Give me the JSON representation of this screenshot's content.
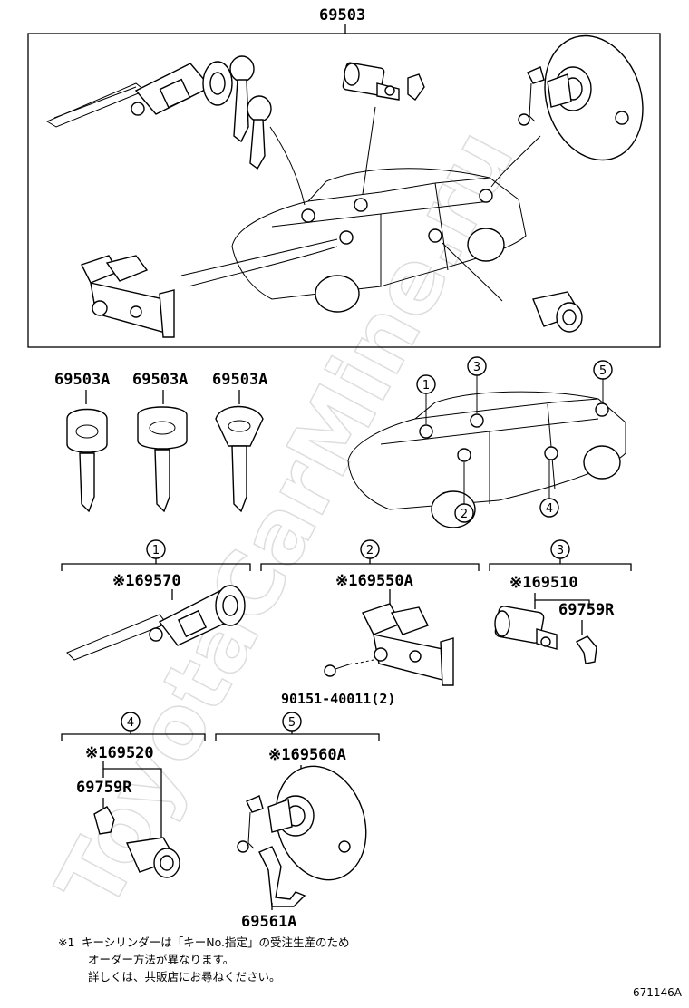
{
  "watermark": "ToyotaCarMine.ru",
  "main_assembly": {
    "part_number": "69503"
  },
  "keys": [
    {
      "part_number": "69503A"
    },
    {
      "part_number": "69503A"
    },
    {
      "part_number": "69503A"
    }
  ],
  "locations": [
    "1",
    "2",
    "3",
    "4",
    "5"
  ],
  "groups": [
    {
      "id": "1",
      "part_number": "※169570"
    },
    {
      "id": "2",
      "part_number": "※169550A",
      "screw": "90151-40011(2)"
    },
    {
      "id": "3",
      "part_number": "※169510",
      "sub_part": "69759R"
    },
    {
      "id": "4",
      "part_number": "※169520",
      "sub_part": "69759R"
    },
    {
      "id": "5",
      "part_number": "※169560A",
      "sub_part": "69561A"
    }
  ],
  "note": {
    "mark": "※1",
    "line1": "キーシリンダーは「キーNo.指定」の受注生産のため",
    "line2": "オーダー方法が異なります。",
    "line3": "詳しくは、共販店にお尋ねください。"
  },
  "figure_code": "671146A"
}
